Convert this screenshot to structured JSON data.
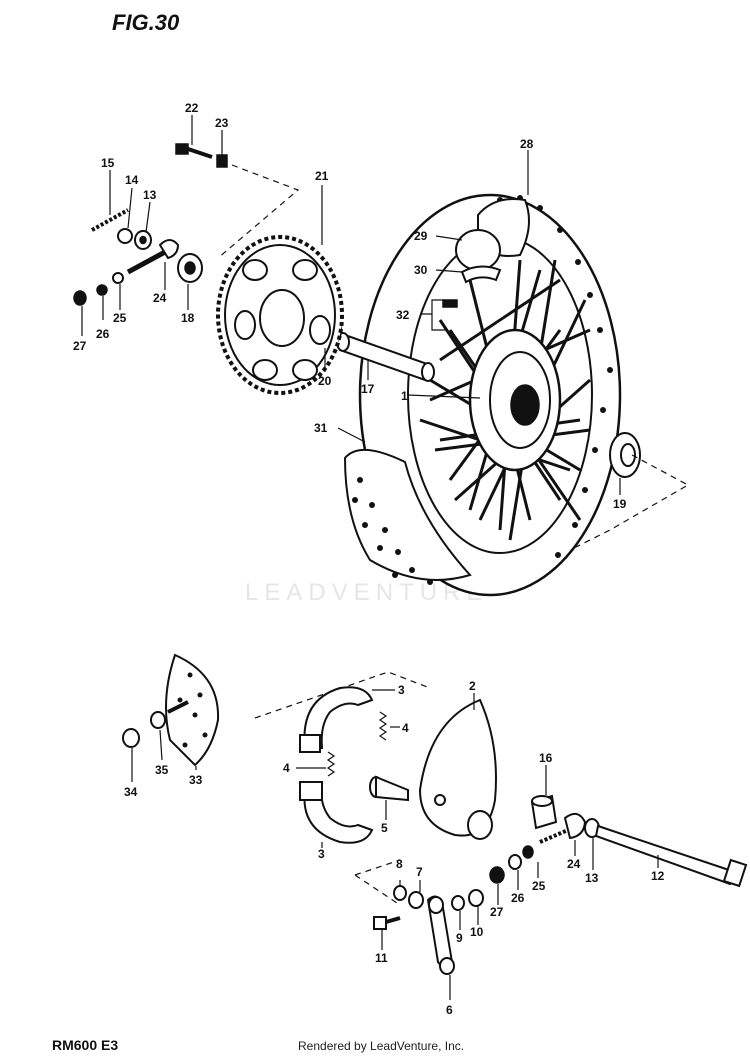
{
  "figure_title": "FIG.30",
  "model_code": "RM600 E3",
  "credit": "Rendered by LeadVenture, Inc.",
  "watermark": "LEADVENTURE",
  "callouts": {
    "c1": "1",
    "c2": "2",
    "c3a": "3",
    "c3b": "3",
    "c4a": "4",
    "c4b": "4",
    "c5": "5",
    "c6": "6",
    "c7": "7",
    "c8": "8",
    "c9": "9",
    "c10": "10",
    "c11": "11",
    "c12": "12",
    "c13a": "13",
    "c13b": "13",
    "c14": "14",
    "c15": "15",
    "c16": "16",
    "c17": "17",
    "c18": "18",
    "c19": "19",
    "c20": "20",
    "c21": "21",
    "c22": "22",
    "c23": "23",
    "c24a": "24",
    "c24b": "24",
    "c25a": "25",
    "c25b": "25",
    "c26a": "26",
    "c26b": "26",
    "c27a": "27",
    "c27b": "27",
    "c28": "28",
    "c29": "29",
    "c30": "30",
    "c31": "31",
    "c32": "32",
    "c33": "33",
    "c34": "34",
    "c35": "35"
  }
}
